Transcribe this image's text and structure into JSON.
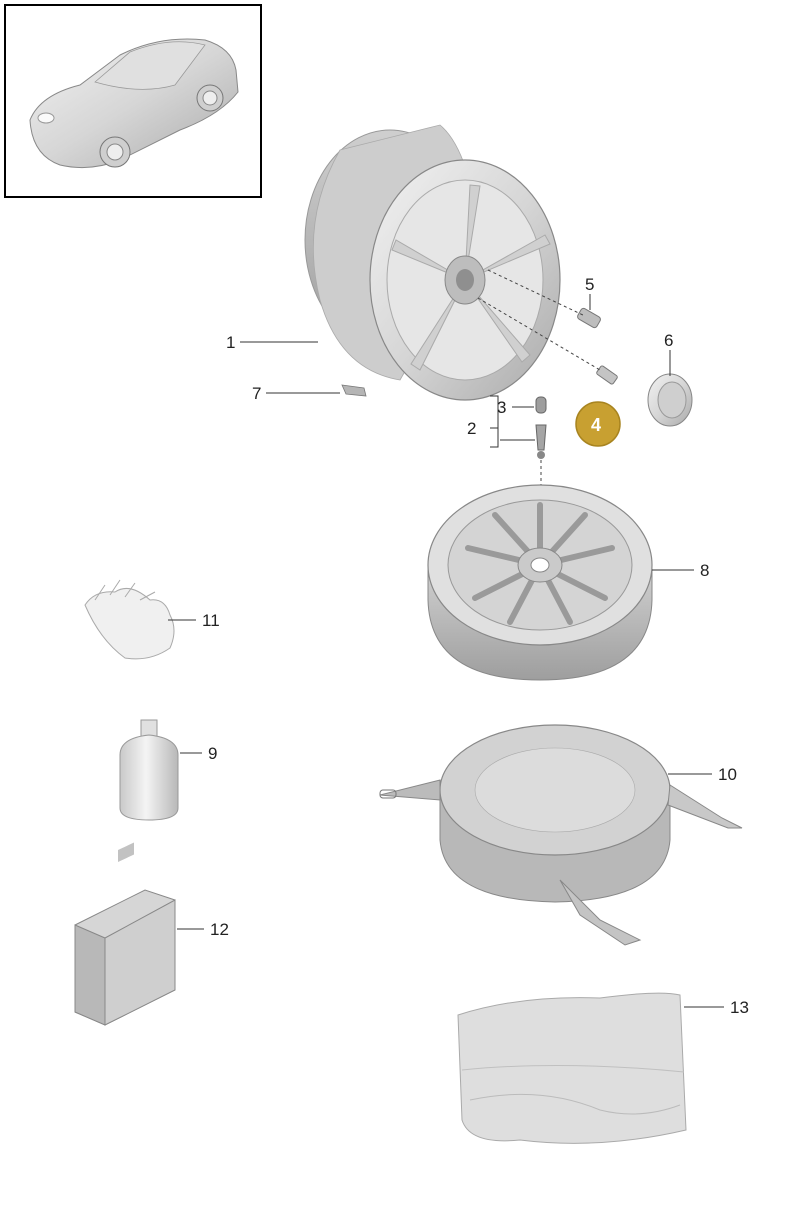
{
  "thumbnail": {
    "icon": "car-icon"
  },
  "callouts": [
    {
      "id": "c1",
      "text": "1",
      "part": "alloy-rim"
    },
    {
      "id": "c2",
      "text": "2",
      "part": "valve-assembly"
    },
    {
      "id": "c3",
      "text": "3",
      "part": "valve-cap"
    },
    {
      "id": "c4",
      "text": "4",
      "part": "valve",
      "highlighted": true
    },
    {
      "id": "c5",
      "text": "5",
      "part": "wheel-bolt"
    },
    {
      "id": "c6",
      "text": "6",
      "part": "hub-cap"
    },
    {
      "id": "c7",
      "text": "7",
      "part": "balance-weight"
    },
    {
      "id": "c8",
      "text": "8",
      "part": "spare-wheel"
    },
    {
      "id": "c9",
      "text": "9",
      "part": "sealant-bottle"
    },
    {
      "id": "c10",
      "text": "10",
      "part": "spare-wheel-bag"
    },
    {
      "id": "c11",
      "text": "11",
      "part": "gloves"
    },
    {
      "id": "c12",
      "text": "12",
      "part": "compressor"
    },
    {
      "id": "c13",
      "text": "13",
      "part": "storage-bag"
    }
  ],
  "colors": {
    "highlight": "#c8a031",
    "highlight_border": "#a88420",
    "part_fill": "#d9d9d9",
    "part_shade": "#b3b3b3"
  }
}
